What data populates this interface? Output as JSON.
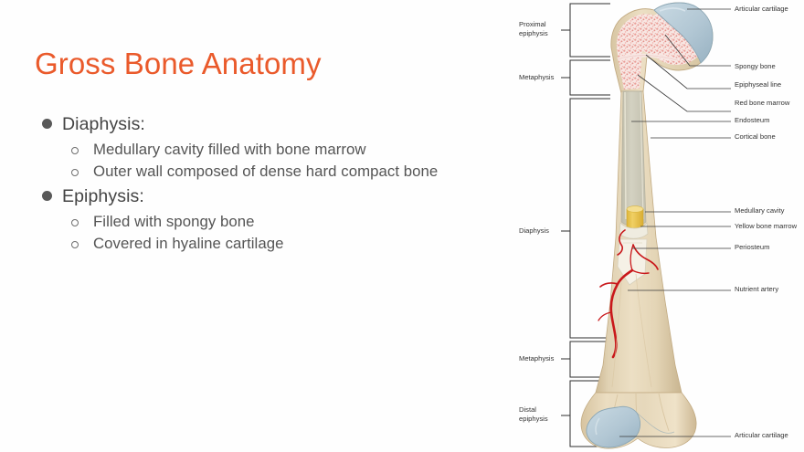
{
  "slide": {
    "title": "Gross Bone Anatomy",
    "bullet_color": "#595959",
    "title_color": "#ea5a2b",
    "background": "#fefefe",
    "bullets": [
      {
        "label": "Diaphysis:",
        "level": 1,
        "marker": "filled-circle",
        "children": [
          {
            "label": "Medullary cavity filled with bone marrow",
            "level": 2,
            "marker": "hollow-circle"
          },
          {
            "label": "Outer wall composed of dense hard compact bone",
            "level": 2,
            "marker": "hollow-circle"
          }
        ]
      },
      {
        "label": "Epiphysis:",
        "level": 1,
        "marker": "filled-circle",
        "children": [
          {
            "label": "Filled with spongy bone",
            "level": 2,
            "marker": "hollow-circle"
          },
          {
            "label": "Covered in hyaline cartilage",
            "level": 2,
            "marker": "hollow-circle"
          }
        ]
      }
    ]
  },
  "figure": {
    "name": "long-bone-longitudinal-section-diagram",
    "colors": {
      "cortical_bone": "#e3d4b4",
      "cortical_bone_shadow": "#cfbc97",
      "spongy_bone_fill": "#f6e0dc",
      "spongy_bone_speckle": "#e98d86",
      "articular_cartilage": "#b7cbd6",
      "articular_cartilage_edge": "#8ca7b5",
      "medullary_cavity": "#cfcdbd",
      "yellow_marrow": "#e8c44a",
      "yellow_marrow_top": "#f2dd8c",
      "periosteum": "#f3efe4",
      "nutrient_artery": "#cc1b1b",
      "leader_line": "#3a3a3a"
    },
    "right_labels": [
      {
        "text": "Articular cartilage",
        "target": "proximal-articular-cartilage"
      },
      {
        "text": "Spongy bone",
        "target": "spongy-bone"
      },
      {
        "text": "Epiphyseal line",
        "target": "epiphyseal-line"
      },
      {
        "text": "Red bone marrow",
        "target": "red-bone-marrow"
      },
      {
        "text": "Endosteum",
        "target": "endosteum"
      },
      {
        "text": "Cortical bone",
        "target": "cortical-bone"
      },
      {
        "text": "Medullary cavity",
        "target": "medullary-cavity"
      },
      {
        "text": "Yellow bone marrow",
        "target": "yellow-bone-marrow"
      },
      {
        "text": "Periosteum",
        "target": "periosteum"
      },
      {
        "text": "Nutrient artery",
        "target": "nutrient-artery"
      },
      {
        "text": "Articular cartilage",
        "target": "distal-articular-cartilage"
      }
    ],
    "left_brackets": [
      {
        "text": "Proximal epiphysis",
        "line1": "Proximal",
        "line2": "epiphysis"
      },
      {
        "text": "Metaphysis",
        "line1": "Metaphysis",
        "line2": ""
      },
      {
        "text": "Diaphysis",
        "line1": "Diaphysis",
        "line2": ""
      },
      {
        "text": "Metaphysis",
        "line1": "Metaphysis",
        "line2": ""
      },
      {
        "text": "Distal epiphysis",
        "line1": "Distal",
        "line2": "epiphysis"
      }
    ]
  }
}
